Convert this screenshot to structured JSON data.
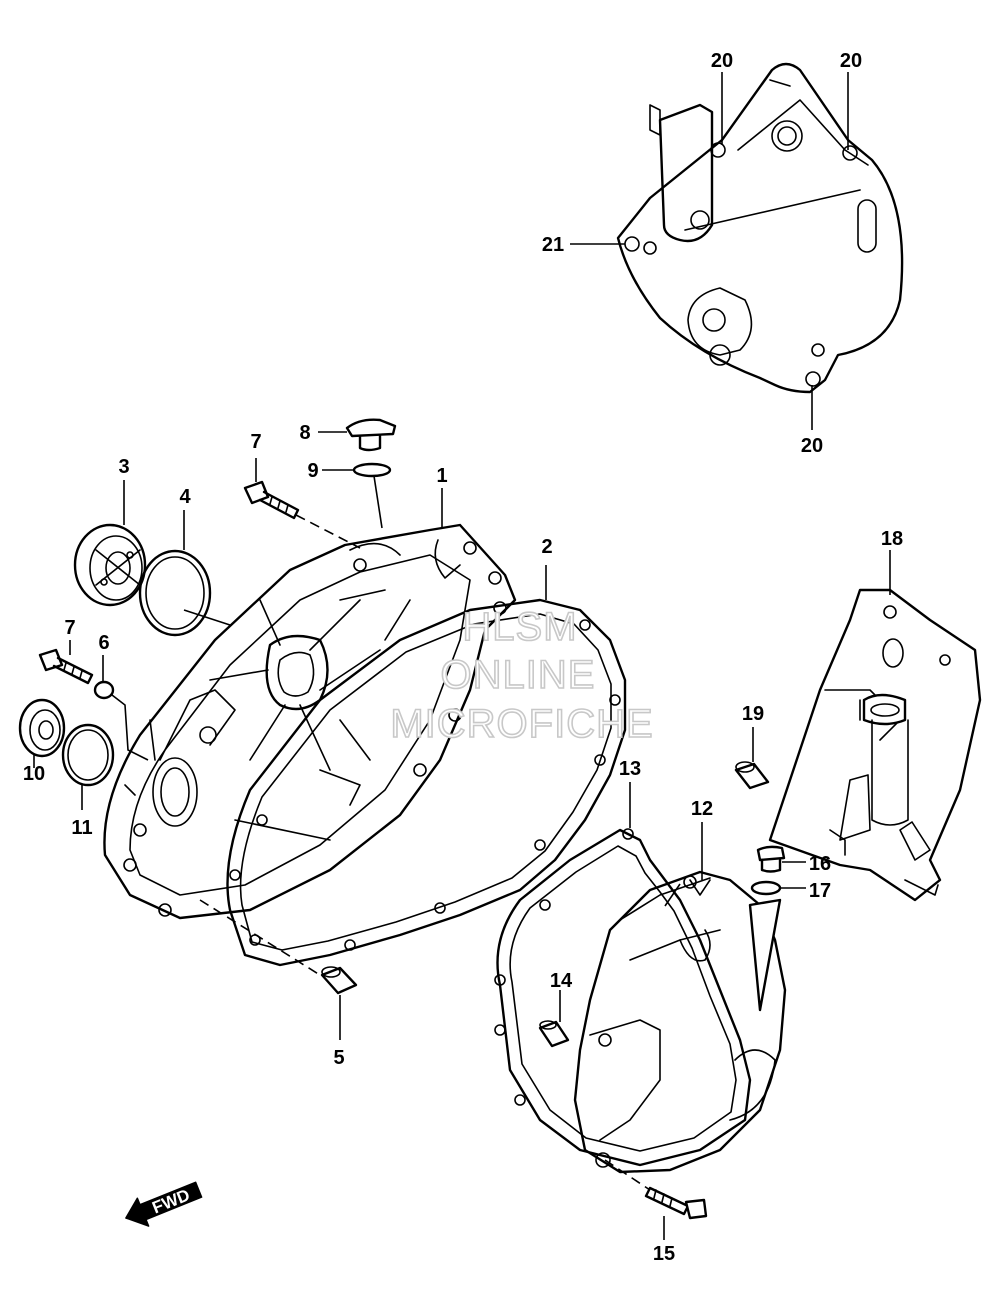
{
  "watermark": [
    "HLSM",
    "ONLINE",
    "MICROFICHE"
  ],
  "fwd_label": "FWD",
  "callouts": [
    {
      "id": "c1",
      "text": "1"
    },
    {
      "id": "c2",
      "text": "2"
    },
    {
      "id": "c3",
      "text": "3"
    },
    {
      "id": "c4",
      "text": "4"
    },
    {
      "id": "c5",
      "text": "5"
    },
    {
      "id": "c6",
      "text": "6"
    },
    {
      "id": "c7a",
      "text": "7"
    },
    {
      "id": "c7b",
      "text": "7"
    },
    {
      "id": "c8",
      "text": "8"
    },
    {
      "id": "c9",
      "text": "9"
    },
    {
      "id": "c10",
      "text": "10"
    },
    {
      "id": "c11",
      "text": "11"
    },
    {
      "id": "c12",
      "text": "12"
    },
    {
      "id": "c13",
      "text": "13"
    },
    {
      "id": "c14",
      "text": "14"
    },
    {
      "id": "c15",
      "text": "15"
    },
    {
      "id": "c16",
      "text": "16"
    },
    {
      "id": "c17",
      "text": "17"
    },
    {
      "id": "c18",
      "text": "18"
    },
    {
      "id": "c19",
      "text": "19"
    },
    {
      "id": "c20a",
      "text": "20"
    },
    {
      "id": "c20b",
      "text": "20"
    },
    {
      "id": "c20c",
      "text": "20"
    },
    {
      "id": "c21",
      "text": "21"
    }
  ]
}
